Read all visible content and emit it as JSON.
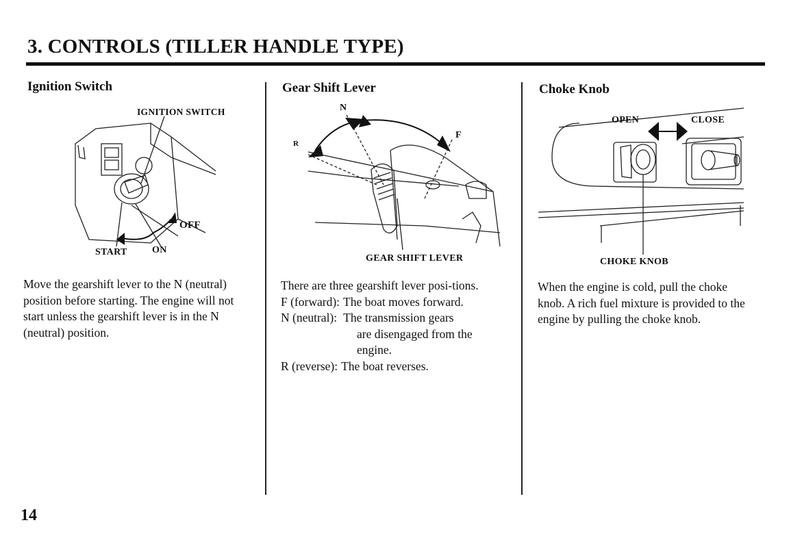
{
  "page": {
    "title": "3. CONTROLS (TILLER HANDLE TYPE)",
    "number": "14"
  },
  "ignition": {
    "heading": "Ignition Switch",
    "labels": {
      "switch": "IGNITION SWITCH",
      "off": "OFF",
      "start": "START",
      "on": "ON"
    },
    "text": "Move the gearshift lever to the N (neutral) position before starting.  The engine will not start unless the gearshift lever is in the N (neutral) position."
  },
  "gear": {
    "heading": "Gear Shift Lever",
    "labels": {
      "n": "N",
      "f": "F",
      "r": "R",
      "lever": "GEAR SHIFT LEVER"
    },
    "intro": "There are three gearshift lever posi-tions.",
    "positions": [
      {
        "key": "F (forward):",
        "desc": "The boat moves forward."
      },
      {
        "key": "N (neutral):",
        "desc": "The transmission gears"
      },
      {
        "key": "",
        "desc": "are disengaged from the"
      },
      {
        "key": "",
        "desc": "engine."
      },
      {
        "key": "R (reverse):",
        "desc": "The boat reverses."
      }
    ]
  },
  "choke": {
    "heading": "Choke Knob",
    "labels": {
      "open": "OPEN",
      "close": "CLOSE",
      "knob": "CHOKE KNOB"
    },
    "text": "When the engine is cold, pull the choke knob. A rich fuel mixture is provided to the engine by pulling the choke knob."
  }
}
